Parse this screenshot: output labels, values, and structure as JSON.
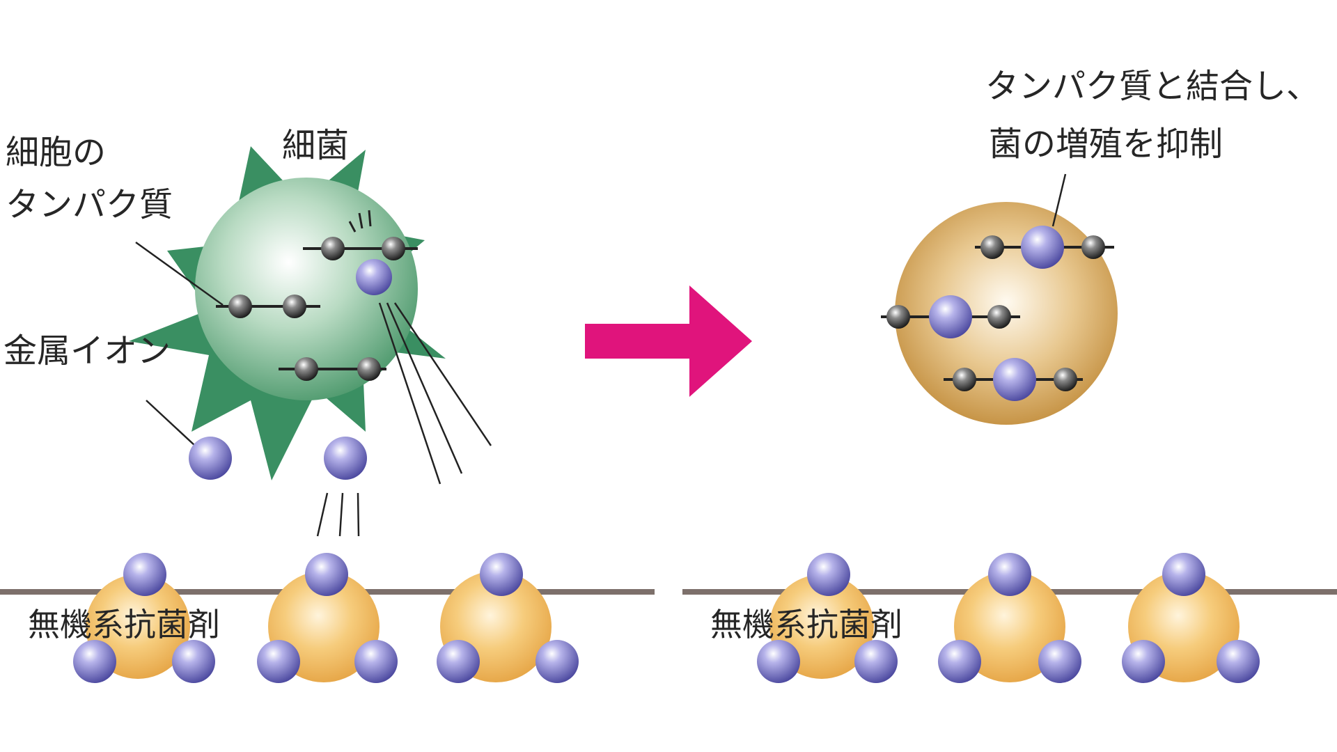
{
  "diagram": {
    "left": {
      "label_protein_line1": "細胞の",
      "label_protein_line2": "タンパク質",
      "label_bacteria": "細菌",
      "label_metal_ion": "金属イオン",
      "label_agent": "無機系抗菌剤"
    },
    "right": {
      "label_result_line1": "タンパク質と結合し、",
      "label_result_line2": "菌の増殖を抑制",
      "label_agent": "無機系抗菌剤"
    },
    "colors": {
      "bacteria_spikes": "#3a8f62",
      "bacteria_body": "#8fc19f",
      "inactive_cell": "#c8974a",
      "agent_particle": "#f0b95a",
      "metal_ion": "#7570c0",
      "protein_atom": "#333333",
      "arrow": "#e0147c",
      "surface_line": "#7d706b"
    }
  }
}
